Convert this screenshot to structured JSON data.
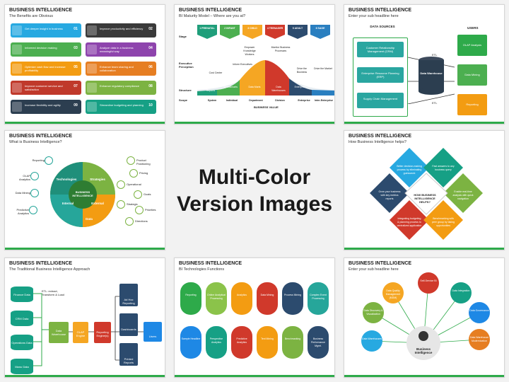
{
  "center": {
    "line1": "Multi-Color",
    "line2": "Version Images"
  },
  "s1": {
    "title": "BUSINESS INTELLIGENCE",
    "subtitle": "The Benefits are Obvious",
    "items": [
      {
        "n": "01",
        "t": "Get deeper insight in business",
        "c": "#27a9e1"
      },
      {
        "n": "02",
        "t": "Improve productivity and efficiency",
        "c": "#3a3a3a"
      },
      {
        "n": "03",
        "t": "Informed decision making",
        "c": "#4caf50"
      },
      {
        "n": "04",
        "t": "Analyze data in a business meaningful way",
        "c": "#8e44ad"
      },
      {
        "n": "05",
        "t": "Optimize cash flow and increase profitability",
        "c": "#f39c12"
      },
      {
        "n": "06",
        "t": "Enhance team sharing and collaboration",
        "c": "#e67e22"
      },
      {
        "n": "07",
        "t": "Improve customer service and satisfaction",
        "c": "#c0392b"
      },
      {
        "n": "08",
        "t": "Enhance regulatory compliance",
        "c": "#7cb342"
      },
      {
        "n": "09",
        "t": "Increase flexibility and agility",
        "c": "#2c3e50"
      },
      {
        "n": "10",
        "t": "Streamline budgeting and planning",
        "c": "#16a085"
      }
    ]
  },
  "s2": {
    "title": "BUSINESS INTELLIGENCE",
    "subtitle": "BI Maturity Model – Where are you at?",
    "stages": [
      "1 PRENATAL",
      "2 INFANT",
      "3 CHILD",
      "4 TEENAGER",
      "5 ADULT",
      "6 SAGE"
    ],
    "stage_label": "Stage",
    "exec_label": "Executive Perception",
    "structure_label": "Structure",
    "scope_label": "Scope",
    "perception": [
      "Cost Center",
      "Inform Executives",
      "Empower Knowledge Workers",
      "Monitor Business Processes",
      "Drive the Business",
      "Drive the Market"
    ],
    "structures": [
      "Management Reports",
      "Spreadmarts",
      "Data Marts",
      "Data Warehouses",
      "Enterprise DW",
      "BI Services"
    ],
    "scope": [
      "System",
      "Individual",
      "Department",
      "Division",
      "Enterprise",
      "Inter-Enterprise"
    ],
    "value": "BUSINESS VALUE"
  },
  "s3": {
    "title": "BUSINESS INTELLIGENCE",
    "subtitle": "Enter your sub headline here",
    "sources_h": "DATA SOURCES",
    "users_h": "USERS",
    "sources": [
      "Customer Relationship Management (CRM)",
      "Enterprise Resource Planning (ERP)",
      "Supply Chain Management"
    ],
    "etl": "ETL",
    "dw": "Data Warehouse",
    "users": [
      "OLAP Analysis",
      "Data Mining",
      "Reporting"
    ]
  },
  "s4": {
    "title": "BUSINESS INTELLIGENCE",
    "subtitle": "What is Business Intelligence?",
    "center": "BUSINESS INTELLIGENCE",
    "quads": [
      "Technologies",
      "Strategies",
      "Internal",
      "External",
      "Data"
    ],
    "left": [
      "Reporting",
      "OLAP Analytics",
      "Data Mining",
      "Predictive Analytics"
    ],
    "right": [
      "Product Positioning",
      "Pricing",
      "Operational",
      "Goals",
      "Strategic",
      "Priorities",
      "Directions"
    ]
  },
  "s6": {
    "title": "BUSINESS INTELLIGENCE",
    "subtitle": "How Business Intelligence helps?",
    "center": "HOW BUSINESS INTELLIGENCE HELPS?",
    "items": [
      "Better decision-making process by eliminating guesswork",
      "Fast answers to any business query",
      "Enable real-time analysis with quick navigation",
      "Grow your business with key metrics reports",
      "Integrating budgeting & planning process to centralized application",
      "Benchmarking with peer group by taking opportunities"
    ]
  },
  "s7": {
    "title": "BUSINESS INTELLIGENCE",
    "subtitle": "The Traditional Business Intelligence Approach",
    "dbs": [
      "Finance Data",
      "CRM Data",
      "Operations Data",
      "Manu Data"
    ],
    "etl": "ETL: extract, Transform & Load",
    "dw": "Data Warehouse",
    "olap": "OLAP Engine",
    "rep": "Reporting Engine(s)",
    "outs": [
      "Ad Hoc Reporting",
      "Dashboards",
      "Printed Reports"
    ],
    "users": "Users"
  },
  "s8": {
    "title": "BUSINESS INTELLIGENCE",
    "subtitle": "BI Technologies Functions",
    "top": [
      "Reporting",
      "Online Analytical Processing",
      "Analytics",
      "Data Mining",
      "Process Mining",
      "Complex Event Processing"
    ],
    "bottom": [
      "Sample Headline",
      "Perspective Analytics",
      "Predictive Analytics",
      "Text Mining",
      "Benchmarking",
      "Business Performance Mgmt."
    ]
  },
  "s9": {
    "title": "BUSINESS INTELLIGENCE",
    "subtitle": "Enter your sub headline here",
    "center": "Business Intelligence",
    "items": [
      "Data Warehouses",
      "Data Discovery & Visualization",
      "Data Quality Management (MDM)",
      "Self-Service BI",
      "Data Integration",
      "Data Governance",
      "Data Warehouse Modernization"
    ]
  }
}
